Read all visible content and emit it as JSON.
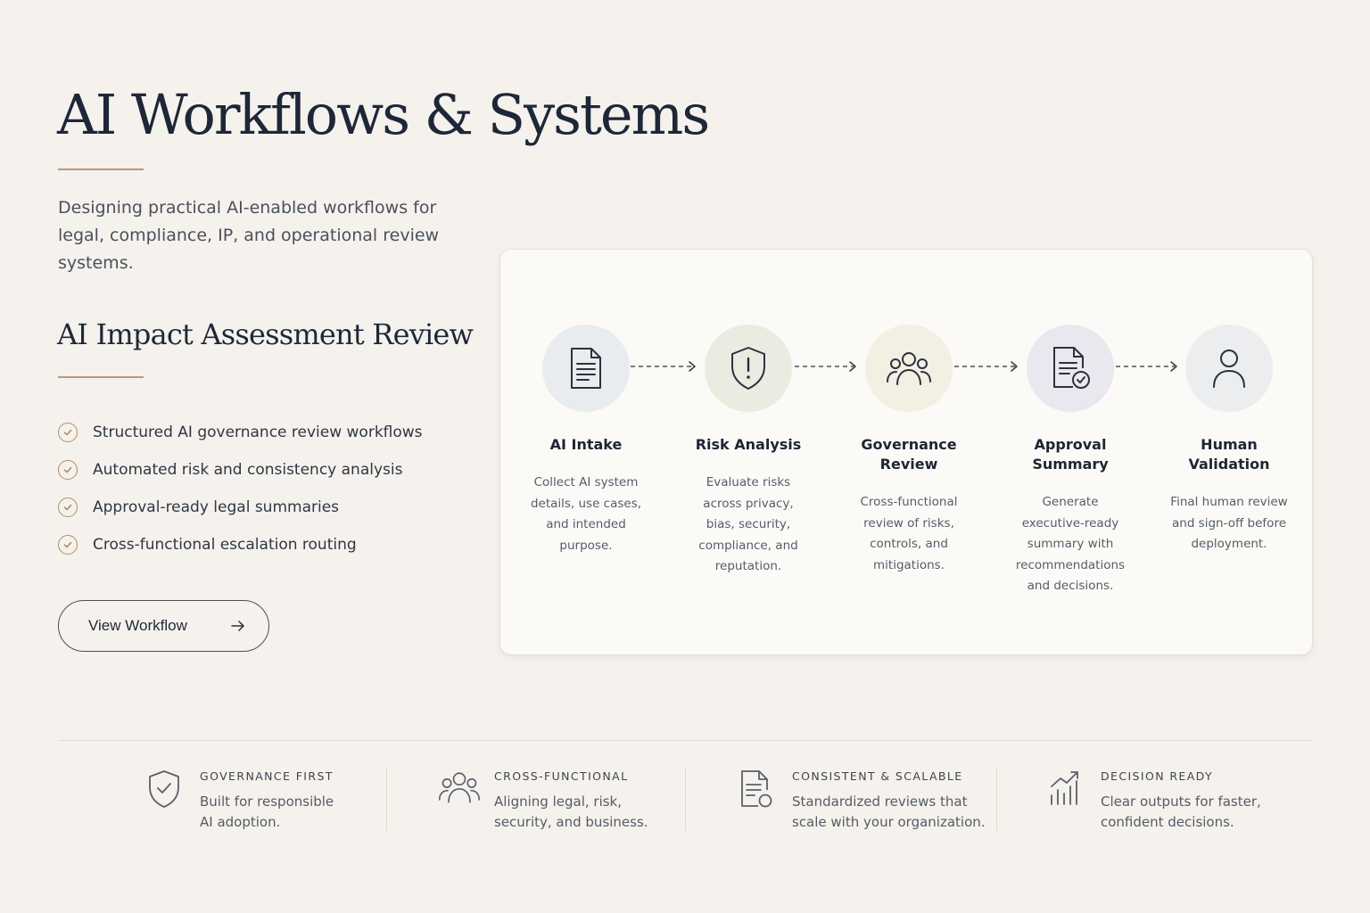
{
  "header": {
    "title": "AI Workflows & Systems",
    "subtitle": "Designing practical AI-enabled workflows for legal, compliance, IP, and operational review systems."
  },
  "section": {
    "title": "AI Impact Assessment Review",
    "features": [
      "Structured AI governance review workflows",
      "Automated risk and consistency analysis",
      "Approval-ready legal summaries",
      "Cross-functional escalation routing"
    ],
    "button_label": "View Workflow"
  },
  "workflow": {
    "steps": [
      {
        "title": "AI Intake",
        "description": "Collect AI system details, use cases, and intended purpose.",
        "icon": "document-icon",
        "color": "#e9ecee"
      },
      {
        "title": "Risk Analysis",
        "description": "Evaluate risks across privacy, bias, security, compliance, and reputation.",
        "icon": "shield-alert-icon",
        "color": "#eaece2"
      },
      {
        "title": "Governance Review",
        "description": "Cross-functional review of risks, controls, and mitigations.",
        "icon": "users-icon",
        "color": "#f3efe2"
      },
      {
        "title": "Approval Summary",
        "description": "Generate executive-ready summary with recommendations and decisions.",
        "icon": "document-check-icon",
        "color": "#ebe7ee"
      },
      {
        "title": "Human Validation",
        "description": "Final human review and sign-off before deployment.",
        "icon": "user-icon",
        "color": "#ecedee"
      }
    ]
  },
  "bottom": [
    {
      "title": "GOVERNANCE FIRST",
      "description": "Built for responsible AI adoption.",
      "icon": "shield-check-icon"
    },
    {
      "title": "CROSS-FUNCTIONAL",
      "description": "Aligning legal, risk, security, and business.",
      "icon": "users-icon"
    },
    {
      "title": "CONSISTENT & SCALABLE",
      "description": "Standardized reviews that scale with your organization.",
      "icon": "document-settings-icon"
    },
    {
      "title": "DECISION READY",
      "description": "Clear outputs for faster, confident decisions.",
      "icon": "chart-growth-icon"
    }
  ],
  "colors": {
    "background": "#f5f2ed",
    "accent": "#b89a72",
    "text": "#1e2738"
  }
}
